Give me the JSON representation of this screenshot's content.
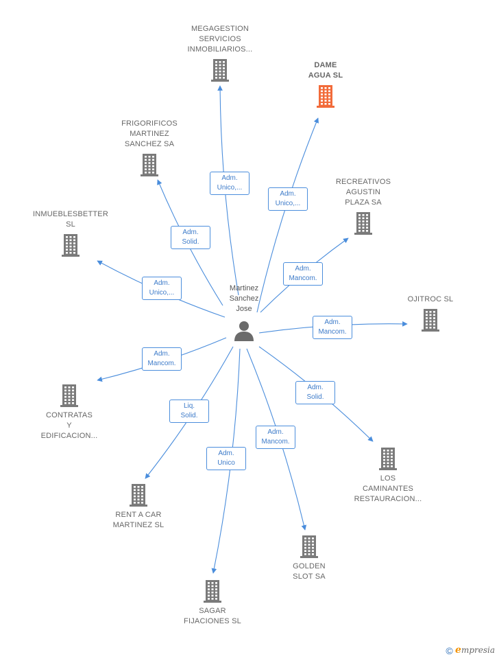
{
  "center": {
    "name_lines": [
      "Martinez",
      "Sanchez",
      "Jose"
    ],
    "icon": "person-icon"
  },
  "companies": [
    {
      "id": "megagestion",
      "lines": [
        "MEGAGESTION",
        "SERVICIOS",
        "INMOBILIARIOS..."
      ],
      "rel_lines": [
        "Adm.",
        "Unico,..."
      ],
      "highlight": false
    },
    {
      "id": "dame-agua",
      "lines": [
        "DAME",
        "AGUA  SL"
      ],
      "rel_lines": [
        "Adm.",
        "Unico,..."
      ],
      "highlight": true
    },
    {
      "id": "frigorificos",
      "lines": [
        "FRIGORIFICOS",
        "MARTINEZ",
        "SANCHEZ SA"
      ],
      "rel_lines": [
        "Adm.",
        "Solid."
      ],
      "highlight": false
    },
    {
      "id": "recreativos",
      "lines": [
        "RECREATIVOS",
        "AGUSTIN",
        "PLAZA SA"
      ],
      "rel_lines": [
        "Adm.",
        "Mancom."
      ],
      "highlight": false
    },
    {
      "id": "inmueblesbetter",
      "lines": [
        "INMUEBLESBETTER",
        "SL"
      ],
      "rel_lines": [
        "Adm.",
        "Unico,..."
      ],
      "highlight": false
    },
    {
      "id": "ojitroc",
      "lines": [
        "OJITROC  SL"
      ],
      "rel_lines": [
        "Adm.",
        "Mancom."
      ],
      "highlight": false
    },
    {
      "id": "contratas",
      "lines": [
        "CONTRATAS",
        "Y",
        "EDIFICACION..."
      ],
      "rel_lines": [
        "Adm.",
        "Mancom."
      ],
      "highlight": false
    },
    {
      "id": "los-caminantes",
      "lines": [
        "LOS",
        "CAMINANTES",
        "RESTAURACION..."
      ],
      "rel_lines": [
        "Adm.",
        "Solid."
      ],
      "highlight": false
    },
    {
      "id": "rent-a-car",
      "lines": [
        "RENT A CAR",
        "MARTINEZ  SL"
      ],
      "rel_lines": [
        "Liq.",
        "Solid."
      ],
      "highlight": false
    },
    {
      "id": "golden-slot",
      "lines": [
        "GOLDEN",
        "SLOT SA"
      ],
      "rel_lines": [
        "Adm.",
        "Mancom."
      ],
      "highlight": false
    },
    {
      "id": "sagar",
      "lines": [
        "SAGAR",
        "FIJACIONES SL"
      ],
      "rel_lines": [
        "Adm.",
        "Unico"
      ],
      "highlight": false
    }
  ],
  "colors": {
    "edge": "#4a8ddc",
    "building": "#7a7a7a",
    "building_highlight": "#f26b3a",
    "person": "#6b6b6b"
  },
  "footer": {
    "copyright_symbol": "©",
    "brand_initial": "e",
    "brand_rest": "mpresia"
  }
}
